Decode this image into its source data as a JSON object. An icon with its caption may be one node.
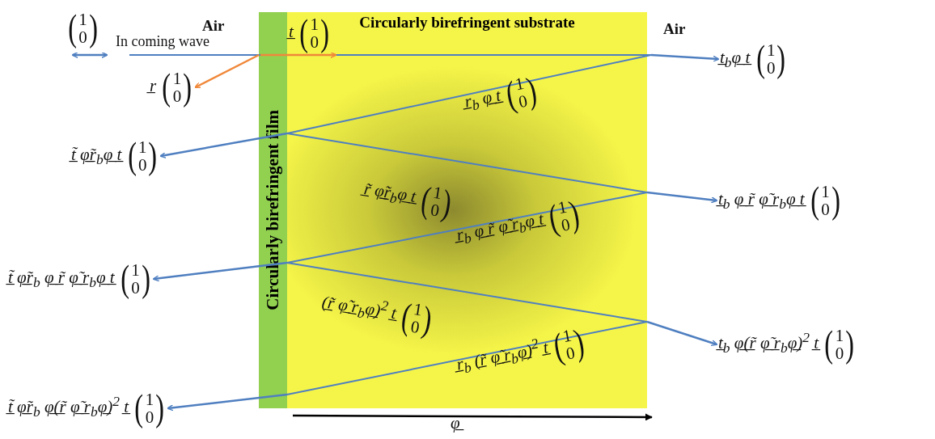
{
  "diagram": {
    "nodes": [
      {
        "text": [
          "Circularly birefringent film"
        ]
      },
      {
        "text": [
          "Circularly birefringent substrate"
        ],
        "beside": [
          "φ̲"
        ]
      },
      {
        "text": [
          "t̲$_{b}$φ̲ t̲ (1 0)"
        ]
      },
      {
        "text": [
          "r̲ (1 0)"
        ]
      },
      {
        "text": [
          "t̲̃ φ̲̃r̲$_{b}$φ̲ t̲ (1 0)"
        ]
      },
      {
        "text": [
          "t̲$_{b}$ φ̲ r̲̃ φ̲̃ r̲$_{b}$φ̲ t̲ (1 0)"
        ]
      },
      {
        "text": [
          "t̲̃ φ̲̃r̲$_{b}$ φ̲ r̲̃ φ̲̃ r̲$_{b}$φ̲ t̲ (1 0)"
        ]
      },
      {
        "text": [
          "t̲$_{b}$ φ̲(r̲̃ φ̲̃ r̲$_{b}$φ̲)$^{2}$ t̲ (1 0)"
        ]
      },
      {
        "text": [
          "t̲̃ φ̲̃r̲$_{b}$ φ̲(r̲̃ φ̲̃ r̲$_{b}$φ̲)$^{2}$ t̲ (1 0)"
        ]
      }
    ],
    "edges": [
      {
        "from": 1,
        "to": 2,
        "arrow": "to"
      },
      {
        "from": 0,
        "to": 3,
        "arrow": "to",
        "color": "#f0883a"
      },
      {
        "from": 0,
        "to": 4,
        "arrow": "to"
      },
      {
        "from": 1,
        "to": 5,
        "arrow": "to"
      },
      {
        "from": 0,
        "to": 6,
        "arrow": "to"
      },
      {
        "from": 1,
        "to": 7,
        "arrow": "to"
      },
      {
        "from": 0,
        "to": 8,
        "arrow": "to"
      },
      {
        "from": 0,
        "to": 1,
        "arrow": "to",
        "color": "#f0883a"
      }
    ],
    "labels": [
      "(1 0)",
      "Air",
      "In coming wave",
      "t̲ (1 0)",
      "Air",
      "r̲$_{b}$ φ̲ t̲ (1 0)",
      "r̲̃ φ̲̃r̲$_{b}$φ̲ t̲ (1 0)",
      "r̲$_{b}$ φ̲ r̲̃ φ̲̃ r̲$_{b}$φ̲ t̲ (1 0)",
      "(r̲̃ φ̲̃ r̲$_{b}$φ̲)$^{2}$ t̲ (1 0)",
      "r̲$_{b}$ (r̲̃ φ̲̃ r̲$_{b}$φ̲)$^{2}$ t̲ (1 0)"
    ]
  }
}
